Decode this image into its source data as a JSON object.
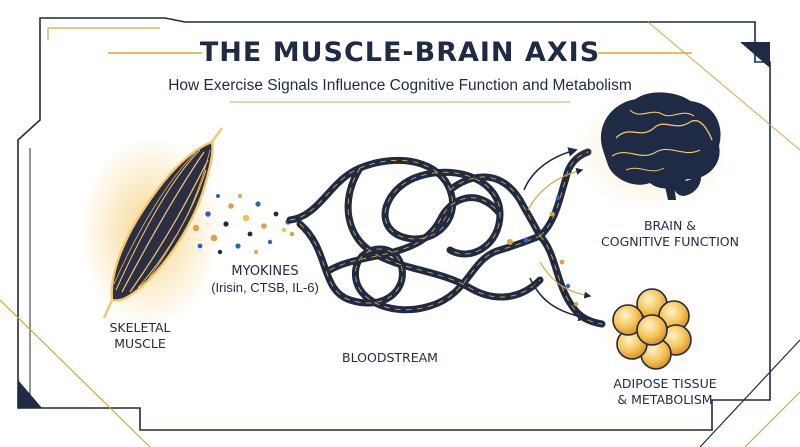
{
  "title": "THE MUSCLE-BRAIN AXIS",
  "subtitle": "How Exercise Signals Influence Cognitive Function and Metabolism",
  "nodes": {
    "muscle": {
      "line1": "SKELETAL",
      "line2": "MUSCLE"
    },
    "myokines": {
      "line1": "MYOKINES",
      "line2": "(Irisin, CTSB, IL-6)"
    },
    "bloodstream": {
      "line1": "BLOODSTREAM"
    },
    "brain": {
      "line1": "BRAIN &",
      "line2": "COGNITIVE FUNCTION"
    },
    "adipose": {
      "line1": "ADIPOSE TISSUE",
      "line2": "& METABOLISM"
    }
  },
  "colors": {
    "navy": "#1f2a44",
    "gold": "#d9a441",
    "glow": "#f6c869",
    "blue": "#2f63b6"
  }
}
